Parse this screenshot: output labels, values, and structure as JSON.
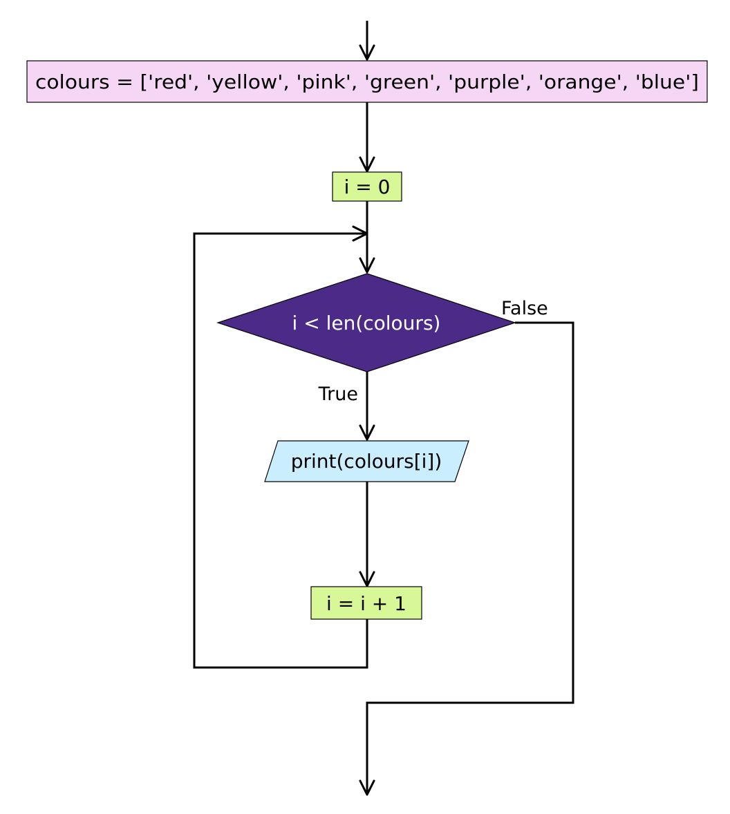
{
  "diagram": {
    "type": "flowchart",
    "nodes": {
      "init_list": {
        "text": "colours = ['red', 'yellow', 'pink', 'green', 'purple', 'orange', 'blue']",
        "shape": "process",
        "fill": "#f5d7f5"
      },
      "init_index": {
        "text": "i = 0",
        "shape": "process",
        "fill": "#d8f796"
      },
      "condition": {
        "text": "i < len(colours)",
        "shape": "decision",
        "fill": "#4b2b87"
      },
      "output": {
        "text": "print(colours[i])",
        "shape": "input-output",
        "fill": "#cbeeff"
      },
      "increment": {
        "text": "i = i + 1",
        "shape": "process",
        "fill": "#d8f796"
      }
    },
    "edge_labels": {
      "true_label": "True",
      "false_label": "False"
    },
    "edges": [
      {
        "from": "start",
        "to": "init_list"
      },
      {
        "from": "init_list",
        "to": "init_index"
      },
      {
        "from": "init_index",
        "to": "condition"
      },
      {
        "from": "condition",
        "to": "output",
        "label": "True"
      },
      {
        "from": "output",
        "to": "increment"
      },
      {
        "from": "increment",
        "to": "condition",
        "type": "loop-back"
      },
      {
        "from": "condition",
        "to": "end",
        "label": "False"
      }
    ],
    "colors": {
      "line": "#000000",
      "process_list": "#f5d7f5",
      "process_assign": "#d8f796",
      "decision": "#4b2b87",
      "io": "#cbeeff"
    }
  }
}
